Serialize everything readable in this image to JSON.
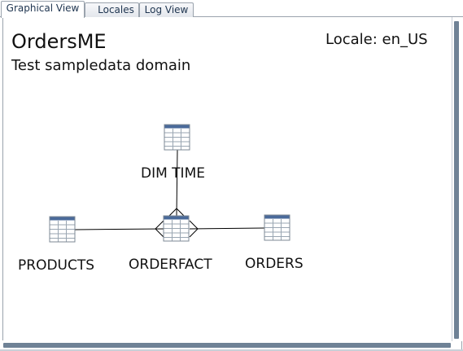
{
  "tabs": [
    {
      "label": "Graphical View",
      "active": true
    },
    {
      "label": "Locales",
      "active": false
    },
    {
      "label": "Log View",
      "active": false
    }
  ],
  "model": {
    "name": "OrdersME",
    "description": "Test sampledata domain",
    "locale_text": "Locale: en_US"
  },
  "diagram": {
    "nodes": [
      {
        "id": "dim_time",
        "label": "DIM TIME",
        "icon": "table-icon"
      },
      {
        "id": "products",
        "label": "PRODUCTS",
        "icon": "table-icon"
      },
      {
        "id": "orderfact",
        "label": "ORDERFACT",
        "icon": "table-icon"
      },
      {
        "id": "orders",
        "label": "ORDERS",
        "icon": "table-icon"
      }
    ],
    "relations": [
      {
        "from": "orderfact",
        "to": "dim_time"
      },
      {
        "from": "orderfact",
        "to": "products"
      },
      {
        "from": "orderfact",
        "to": "orders"
      }
    ]
  },
  "colors": {
    "tab_border": "#9aa3ad",
    "table_header": "#4a6a9a",
    "scroll_thumb": "#6f8296"
  }
}
